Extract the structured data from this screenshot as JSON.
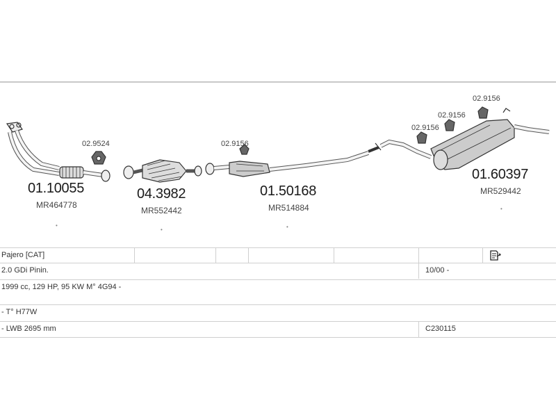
{
  "parts": {
    "front_pipe": {
      "number": "01.10055",
      "oem": "MR464778",
      "clamp": "02.9524"
    },
    "catalyst": {
      "number": "04.3982",
      "oem": "MR552442"
    },
    "middle_silencer": {
      "number": "01.50168",
      "oem": "MR514884",
      "hanger": "02.9156"
    },
    "rear_silencer": {
      "number": "01.60397",
      "oem": "MR529442",
      "hangers": [
        "02.9156",
        "02.9156",
        "02.9156"
      ]
    }
  },
  "specs": {
    "row1": {
      "model": "Pajero  [CAT]"
    },
    "row2": {
      "engine": "2.0 GDi Pinin.",
      "date": "10/00 -"
    },
    "row3": {
      "details": "1999 cc, 129 HP, 95 KW M° 4G94 -"
    },
    "row4": {
      "type": "- T° H77W"
    },
    "row5": {
      "wheelbase": "- LWB 2695 mm",
      "code": "C230115"
    }
  },
  "icons": {
    "document": "document-arrow-icon"
  }
}
